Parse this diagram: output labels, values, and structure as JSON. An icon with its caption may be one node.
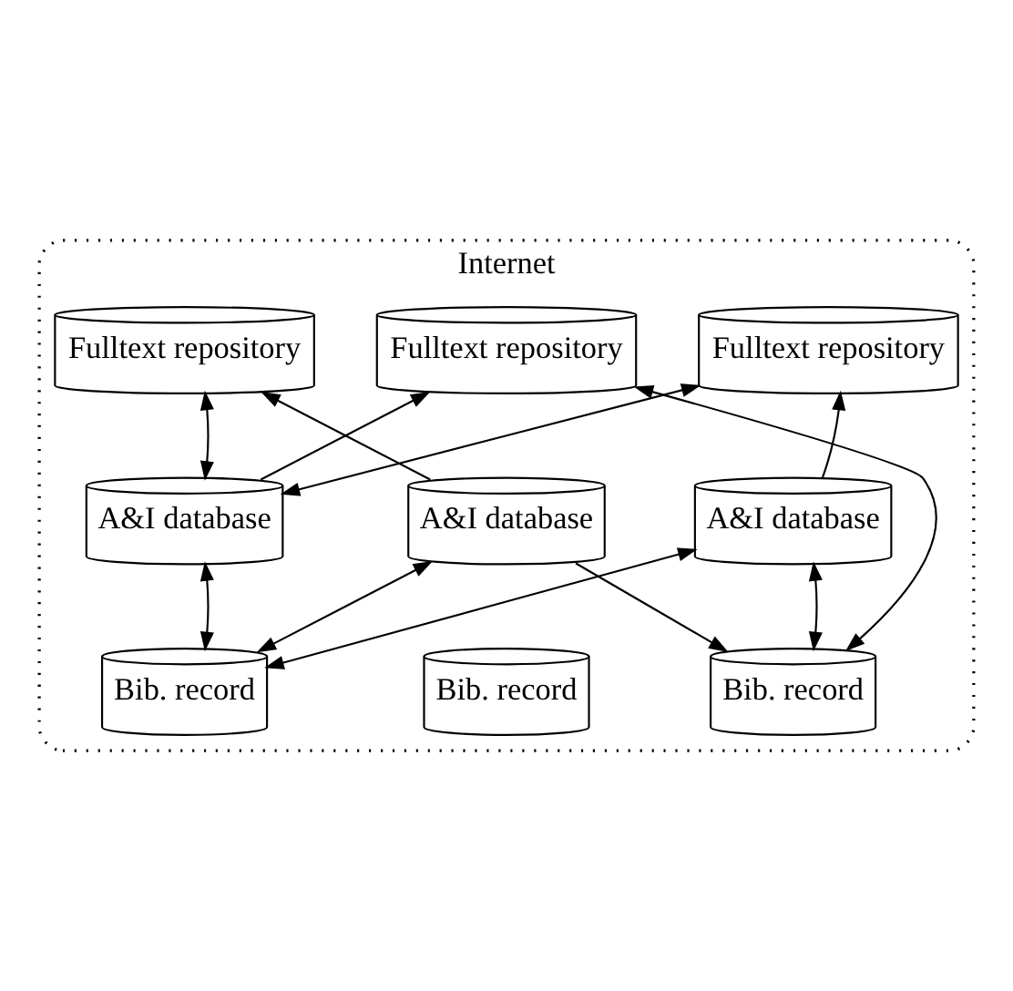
{
  "diagram": {
    "nodes": [
      {
        "text": [
          "Internet"
        ]
      },
      {
        "text": [
          "Fulltext repository"
        ],
        "in": 0
      },
      {
        "text": [
          "Fulltext repository"
        ],
        "in": 0
      },
      {
        "text": [
          "Fulltext repository"
        ],
        "in": 0
      },
      {
        "text": [
          "A&I database"
        ],
        "in": 0
      },
      {
        "text": [
          "A&I database"
        ],
        "in": 0
      },
      {
        "text": [
          "A&I database"
        ],
        "in": 0
      },
      {
        "text": [
          "Bib. record"
        ],
        "in": 0
      },
      {
        "text": [
          "Bib. record"
        ],
        "in": 0
      },
      {
        "text": [
          "Bib. record"
        ],
        "in": 0
      }
    ],
    "edges": [
      {
        "from": 1,
        "to": 4,
        "arrow": "both"
      },
      {
        "from": 5,
        "to": 1,
        "arrow": "to"
      },
      {
        "from": 4,
        "to": 2,
        "arrow": "to"
      },
      {
        "from": 4,
        "to": 3,
        "arrow": "both"
      },
      {
        "from": 2,
        "to": 9,
        "arrow": "both"
      },
      {
        "from": 6,
        "to": 3,
        "arrow": "to"
      },
      {
        "from": 4,
        "to": 7,
        "arrow": "both"
      },
      {
        "from": 7,
        "to": 5,
        "arrow": "both"
      },
      {
        "from": 7,
        "to": 6,
        "arrow": "both"
      },
      {
        "from": 5,
        "to": 9,
        "arrow": "to"
      },
      {
        "from": 6,
        "to": 9,
        "arrow": "both"
      }
    ]
  }
}
